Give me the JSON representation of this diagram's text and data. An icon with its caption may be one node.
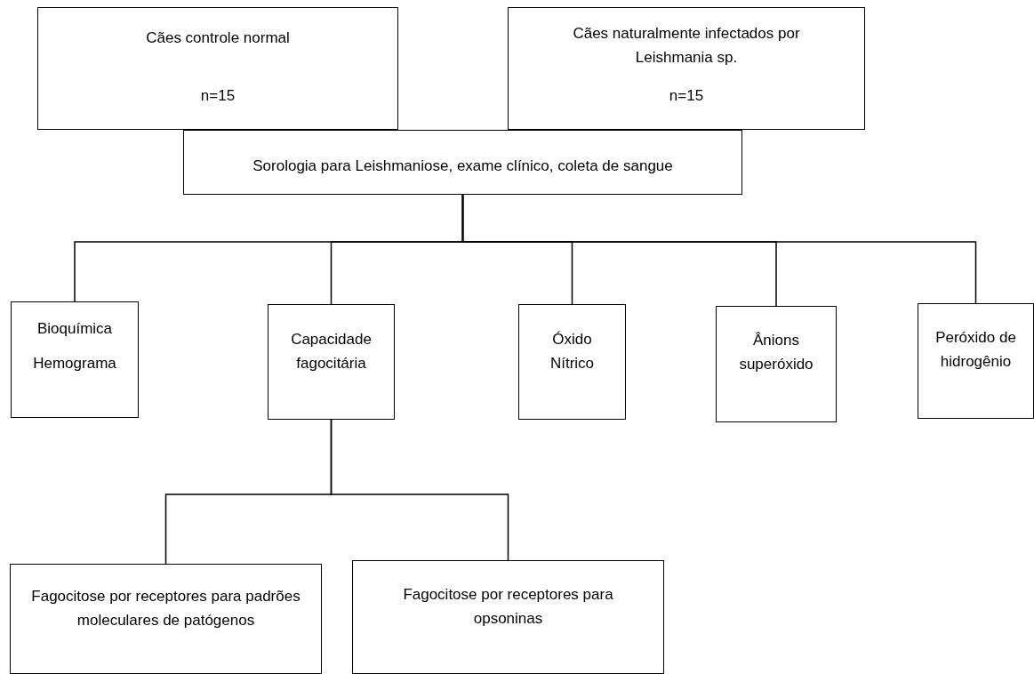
{
  "diagram": {
    "nodes": [
      {
        "text": [
          "Cães controle normal",
          "n=15"
        ]
      },
      {
        "text": [
          "Cães naturalmente infectados por Leishmania sp.",
          "n=15"
        ]
      },
      {
        "text": [
          "Sorologia para Leishmaniose, exame clínico, coleta de sangue"
        ]
      },
      {
        "text": [
          "Bioquímica",
          "Hemograma"
        ]
      },
      {
        "text": [
          "Capacidade fagocitária"
        ]
      },
      {
        "text": [
          "Óxido Nítrico"
        ]
      },
      {
        "text": [
          "Ânions superóxido"
        ]
      },
      {
        "text": [
          "Peróxido de hidrogênio"
        ]
      },
      {
        "text": [
          "Fagocitose por receptores para padrões moleculares de patógenos"
        ]
      },
      {
        "text": [
          "Fagocitose por receptores para opsoninas"
        ]
      }
    ],
    "edges": [
      {
        "from": 2,
        "to": 3,
        "arrow": "none"
      },
      {
        "from": 2,
        "to": 4,
        "arrow": "none"
      },
      {
        "from": 2,
        "to": 5,
        "arrow": "none"
      },
      {
        "from": 2,
        "to": 6,
        "arrow": "none"
      },
      {
        "from": 2,
        "to": 7,
        "arrow": "none"
      },
      {
        "from": 4,
        "to": 8,
        "arrow": "none"
      },
      {
        "from": 4,
        "to": 9,
        "arrow": "none"
      }
    ]
  }
}
